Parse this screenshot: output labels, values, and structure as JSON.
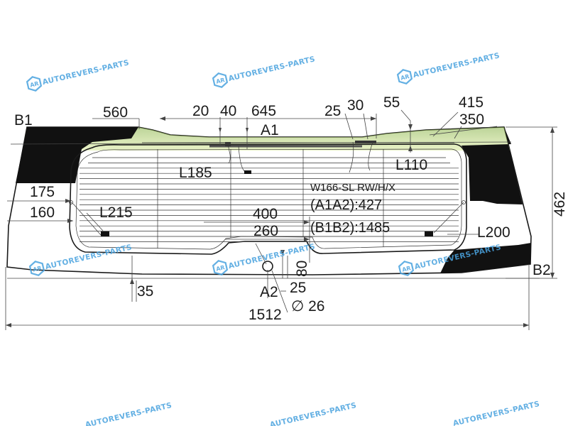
{
  "part_code": "W166-SL RW/H/X",
  "a1a2_label": "(A1A2):427",
  "b1b2_label": "(B1B2):1485",
  "points": {
    "b1": "B1",
    "b2": "B2",
    "a1": "A1",
    "a2": "A2"
  },
  "dimensions": {
    "overall_width": "1512",
    "height": "462",
    "top_left_offset": "560",
    "top_20": "20",
    "top_40": "40",
    "top_645": "645",
    "top_25": "25",
    "top_30": "30",
    "top_55": "55",
    "top_415": "415",
    "top_350": "350",
    "left_175": "175",
    "left_160": "160",
    "center_400": "400",
    "center_260": "260",
    "bottom_35": "35",
    "bottom_80": "80",
    "bottom_25": "25",
    "hole_diameter": "∅ 26"
  },
  "heater_leads": {
    "l185": "L185",
    "l110": "L110",
    "l215": "L215",
    "l200": "L200"
  },
  "watermark": "AUTOREVERS-PARTS",
  "colors": {
    "glass_outline": "#1a1a1a",
    "black_band": "#111111",
    "watermark": "#4aa3df",
    "gradient_green": "#7aa83a",
    "gradient_yellow": "#f7f39a"
  }
}
